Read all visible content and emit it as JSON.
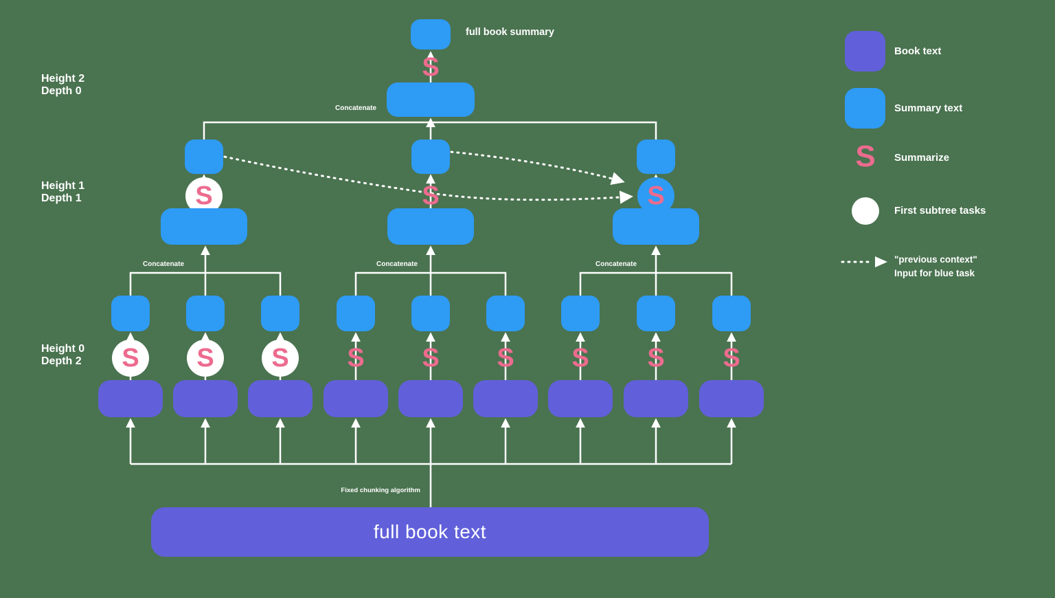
{
  "colors": {
    "background": "#4A7350",
    "book": "#6160DA",
    "summary": "#2E9BF5",
    "summarize": "#EC6B8E",
    "line": "#FFFFFF"
  },
  "glyphs": {
    "summarize": "S"
  },
  "labels": {
    "full_book_summary": "full book summary",
    "concatenate": "Concatenate",
    "fixed_chunking": "Fixed chunking algorithm",
    "full_book_text": "full book text",
    "height2": "Height 2",
    "depth0": "Depth 0",
    "height1": "Height 1",
    "depth1": "Depth 1",
    "height0": "Height 0",
    "depth2": "Depth 2"
  },
  "legend": {
    "book": "Book text",
    "summary": "Summary text",
    "summarize": "Summarize",
    "first_subtree": "First subtree tasks",
    "prev_context_line1": "\"previous context\"",
    "prev_context_line2": "Input for blue task"
  }
}
